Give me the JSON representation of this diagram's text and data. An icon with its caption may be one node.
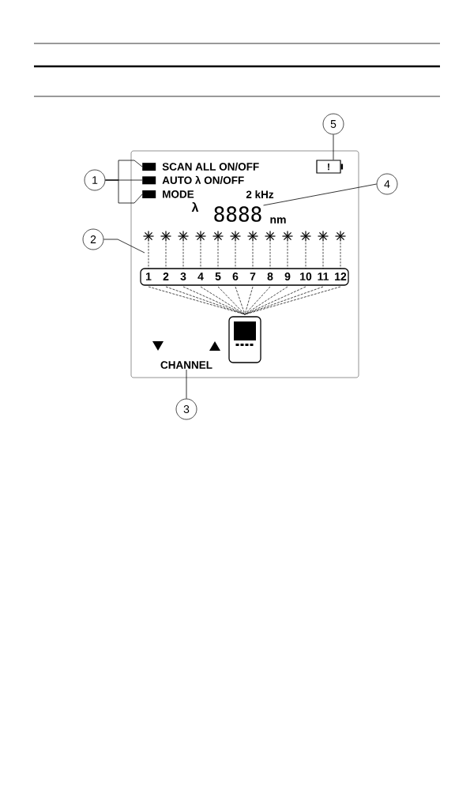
{
  "diagram": {
    "nodes": [
      {
        "text": [
          "1"
        ]
      },
      {
        "text": [
          "2"
        ]
      },
      {
        "text": [
          "3"
        ]
      },
      {
        "text": [
          "4"
        ]
      },
      {
        "text": [
          "5"
        ]
      },
      {
        "text": [
          "SCAN ALL ON/OFF"
        ]
      },
      {
        "text": [
          "AUTO λ ON/OFF"
        ]
      },
      {
        "text": [
          "MODE"
        ]
      },
      {
        "text": [
          "CHANNEL"
        ]
      },
      {
        "text": [
          "8888"
        ]
      },
      {
        "text": [
          "!"
        ]
      }
    ],
    "edges": [
      {
        "from": 0,
        "to": 5,
        "arrow": "none"
      },
      {
        "from": 0,
        "to": 6,
        "arrow": "none"
      },
      {
        "from": 0,
        "to": 7,
        "arrow": "none"
      },
      {
        "from": 1,
        "to": null,
        "arrow": "none"
      },
      {
        "from": 2,
        "to": 8,
        "arrow": "none"
      },
      {
        "from": 3,
        "to": 9,
        "arrow": "none"
      },
      {
        "from": 4,
        "to": 10,
        "arrow": "none"
      }
    ],
    "labels": [
      "2 kHz",
      "λ",
      "nm",
      "1",
      "2",
      "3",
      "4",
      "5",
      "6",
      "7",
      "8",
      "9",
      "10",
      "11",
      "12"
    ]
  }
}
